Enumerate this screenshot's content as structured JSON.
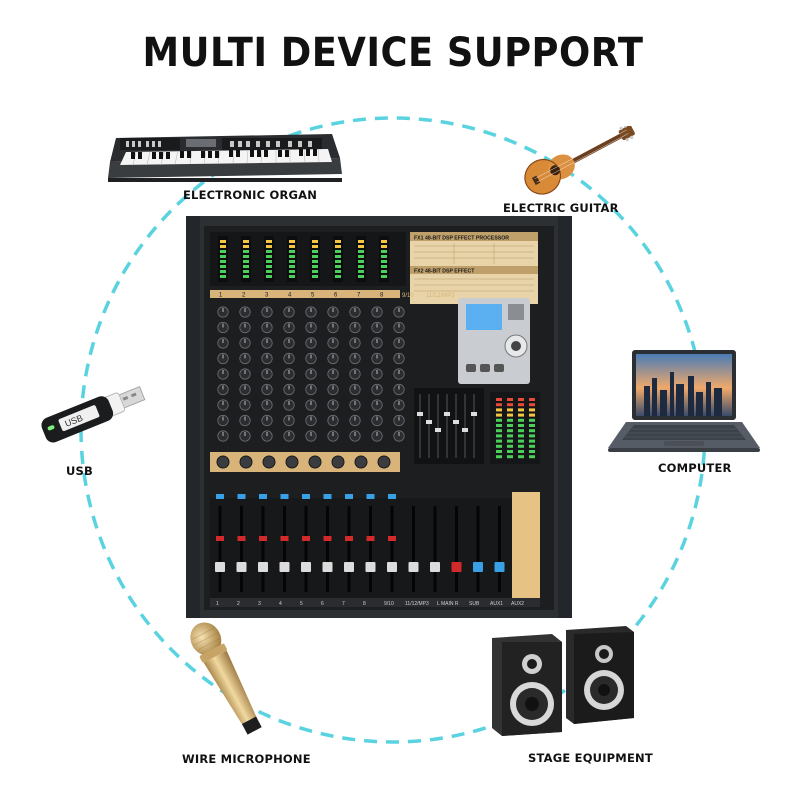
{
  "page": {
    "title": "MULTI DEVICE SUPPORT"
  },
  "devices": [
    {
      "id": "organ",
      "label": "ELECTRONIC ORGAN",
      "icon": "keyboard-icon"
    },
    {
      "id": "guitar",
      "label": "ELECTRIC GUITAR",
      "icon": "guitar-icon"
    },
    {
      "id": "usb",
      "label": "USB",
      "icon": "usb-stick-icon"
    },
    {
      "id": "computer",
      "label": "COMPUTER",
      "icon": "laptop-icon"
    },
    {
      "id": "microphone",
      "label": "WIRE MICROPHONE",
      "icon": "microphone-icon"
    },
    {
      "id": "stage",
      "label": "STAGE EQUIPMENT",
      "icon": "speaker-icon"
    }
  ],
  "mixer": {
    "fx1_header": "FX1 48-BIT DSP EFFECT PROCESSOR",
    "fx2_header": "FX2 48-BIT DSP EFFECT",
    "usb_stick_text": "USB",
    "bottom_labels": [
      "1",
      "2",
      "3",
      "4",
      "5",
      "6",
      "7",
      "8",
      "9/10",
      "11/12/MP3",
      "L MAIN R",
      "SUB",
      "AUX1",
      "AUX2"
    ],
    "channel_numbers": [
      "1",
      "2",
      "3",
      "4",
      "5",
      "6",
      "7",
      "8"
    ],
    "bus_label_1": "9/10",
    "bus_label_2": "11/12/MP3"
  },
  "colors": {
    "ring": "#5ad3e0",
    "mixer_body": "#2d3033",
    "mixer_panel": "#1c1e20",
    "accent_gold": "#d9b77a",
    "accent_orange": "#f08a1e",
    "accent_red": "#d22a2a",
    "accent_blue": "#3aa0e6",
    "screen_blue": "#5ab0f0"
  }
}
